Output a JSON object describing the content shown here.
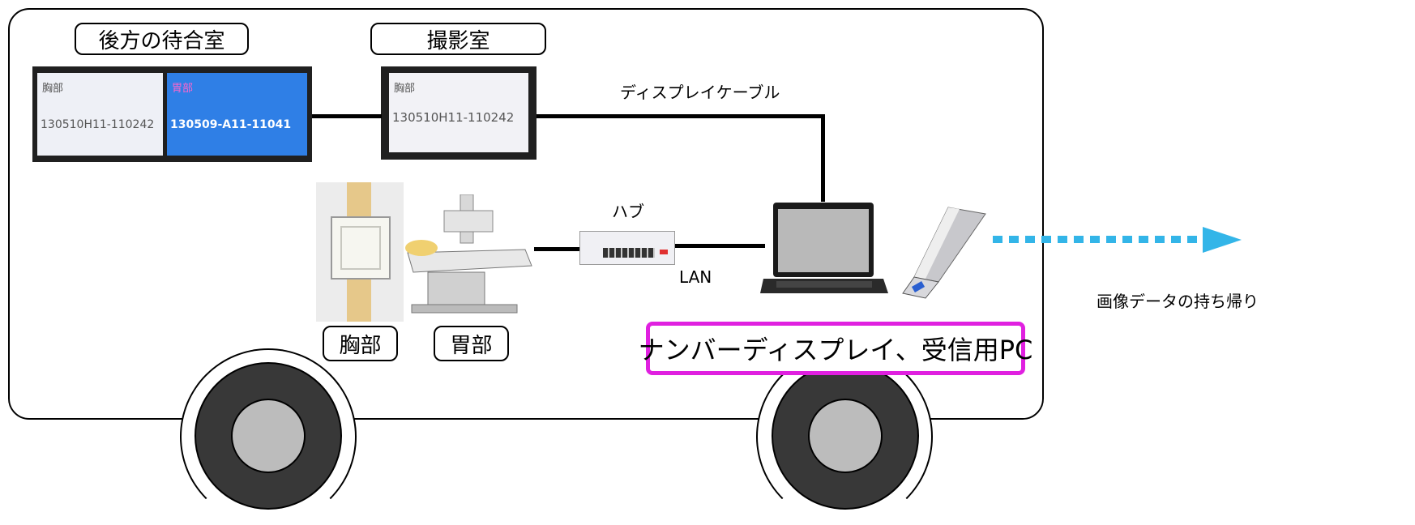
{
  "waiting_room": {
    "label": "後方の待合室",
    "left_screen": {
      "title": "胸部",
      "number": "130510H11-110242"
    },
    "right_screen": {
      "title": "胃部",
      "number": "130509-A11-11041"
    }
  },
  "xray_room": {
    "label": "撮影室",
    "screen": {
      "title": "胸部",
      "number": "130510H11-110242"
    }
  },
  "cable_label": "ディスプレイケーブル",
  "hub_label": "ハブ",
  "lan_label": "LAN",
  "equipment": {
    "chest_label": "胸部",
    "stomach_label": "胃部"
  },
  "highlight_label": "ナンバーディスプレイ、受信用PC",
  "data_takeout_label": "画像データの持ち帰り",
  "colors": {
    "highlight": "#e020e0",
    "arrow": "#33b5e8",
    "blue_screen": "#2f7fe6"
  }
}
